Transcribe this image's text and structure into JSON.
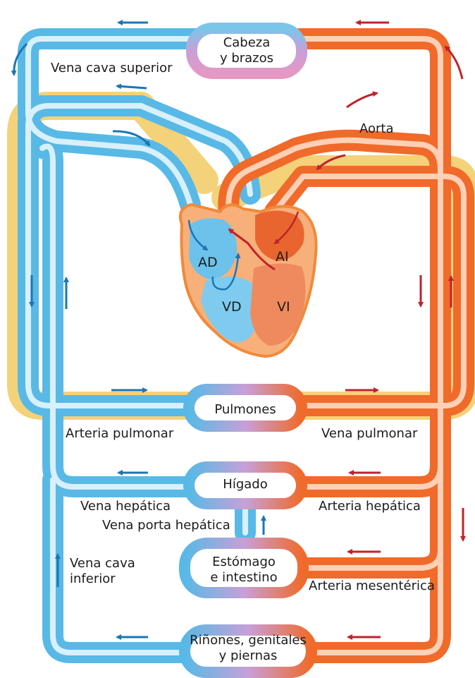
{
  "colors": {
    "venous": "#58b9e6",
    "venous_light": "#d8f0fb",
    "arterial": "#f06a2a",
    "arterial_light": "#ffd0b5",
    "pulmonary_outline": "#f3d27a",
    "organ_mix": "#c7a0d8",
    "arrow_blue": "#1b75b5",
    "arrow_red": "#c0222a"
  },
  "organs": {
    "head": {
      "line1": "Cabeza",
      "line2": "y brazos"
    },
    "lungs": {
      "line1": "Pulmones"
    },
    "liver": {
      "line1": "Hígado"
    },
    "gut": {
      "line1": "Estómago",
      "line2": "e intestino"
    },
    "lower": {
      "line1": "Riñones, genitales",
      "line2": "y piernas"
    }
  },
  "vessels": {
    "svc": "Vena cava superior",
    "aorta": "Aorta",
    "pulmonary_artery": "Arteria pulmonar",
    "pulmonary_vein": "Vena pulmonar",
    "hepatic_vein": "Vena hepática",
    "portal_vein": "Vena porta hepática",
    "hepatic_artery": "Arteria hepática",
    "ivc_line1": "Vena cava",
    "ivc_line2": "inferior",
    "mesenteric_artery": "Arteria mesentérica"
  },
  "heart": {
    "ra": "AD",
    "la": "AI",
    "rv": "VD",
    "lv": "VI"
  }
}
